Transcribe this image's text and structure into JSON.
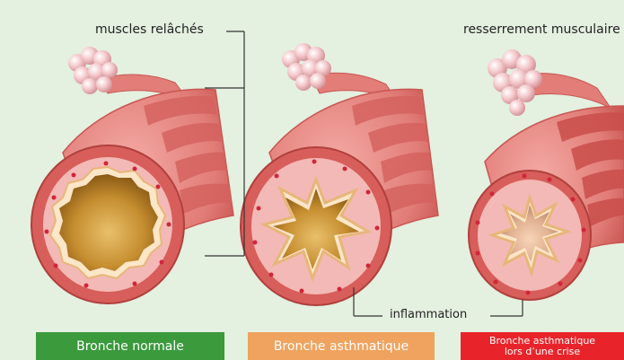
{
  "labels": {
    "relaxed": "muscles relâchés",
    "tightening": "resserrement musculaire",
    "inflammation": "inflammation"
  },
  "panels": [
    {
      "caption": "Bronche normale",
      "color": "#3a9a3c"
    },
    {
      "caption": "Bronche asthmatique",
      "color": "#f0a35e"
    },
    {
      "caption_line1": "Bronche asthmatique",
      "caption_line2": "lors d’une crise",
      "color": "#e8242a"
    }
  ],
  "colors": {
    "background": "#e4f0e0",
    "tissue": "#e58a86",
    "tissue_dark": "#c9504f",
    "mucosa": "#f3b9b6",
    "lumen": "#b57d22",
    "lumen_light": "#e8c06a",
    "alveoli": "#f2c6c8",
    "dots": "#d0263a"
  },
  "icons": [
    "alveoli-icon",
    "bronchus-icon"
  ]
}
